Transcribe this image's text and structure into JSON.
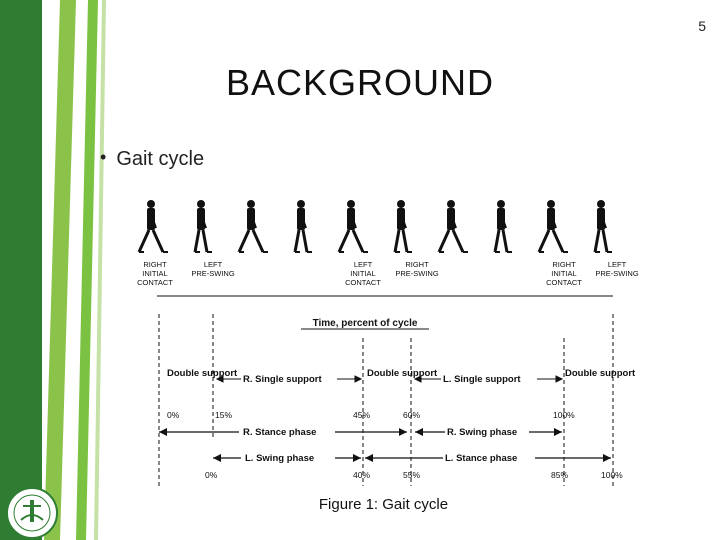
{
  "slide": {
    "number": "5",
    "title": "BACKGROUND",
    "bullet": "Gait cycle",
    "caption": "Figure 1: Gait cycle"
  },
  "colors": {
    "accent_dark": "#2e7d32",
    "accent_light": "#7cc242",
    "ink": "#111111"
  },
  "figure": {
    "events": [
      {
        "line1": "RIGHT",
        "line2": "INITIAL",
        "line3": "CONTACT"
      },
      {
        "line1": "LEFT",
        "line2": "PRE-SWING",
        "line3": ""
      },
      {
        "line1": "LEFT",
        "line2": "INITIAL",
        "line3": "CONTACT"
      },
      {
        "line1": "RIGHT",
        "line2": "PRE-SWING",
        "line3": ""
      },
      {
        "line1": "RIGHT",
        "line2": "INITIAL",
        "line3": "CONTACT"
      },
      {
        "line1": "LEFT",
        "line2": "PRE-SWING",
        "line3": ""
      }
    ],
    "time_label": "Time, percent of cycle",
    "support_labels": [
      "Double support",
      "R. Single support",
      "Double support",
      "L. Single support",
      "Double support"
    ],
    "right_ticks": [
      "0%",
      "15%",
      "45%",
      "60%",
      "100%"
    ],
    "right_phases": [
      "R. Stance phase",
      "R. Swing phase"
    ],
    "left_phases": [
      "L. Swing phase",
      "L. Stance phase"
    ],
    "left_ticks": [
      "0%",
      "40%",
      "55%",
      "85%",
      "100%"
    ]
  }
}
